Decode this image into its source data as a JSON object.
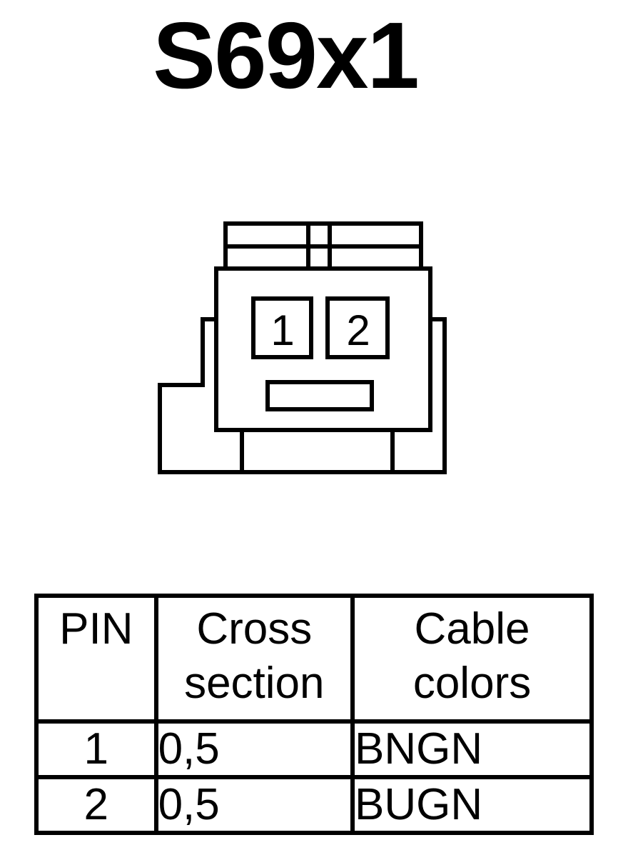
{
  "title": "S69x1",
  "connector": {
    "cavity_labels": [
      "1",
      "2"
    ]
  },
  "table": {
    "headers": {
      "pin": "PIN",
      "cross_section": "Cross section",
      "cable_colors": "Cable colors"
    },
    "rows": [
      {
        "pin": "1",
        "cross_section": "0,5",
        "cable_colors": "BNGN"
      },
      {
        "pin": "2",
        "cross_section": "0,5",
        "cable_colors": "BUGN"
      }
    ]
  }
}
